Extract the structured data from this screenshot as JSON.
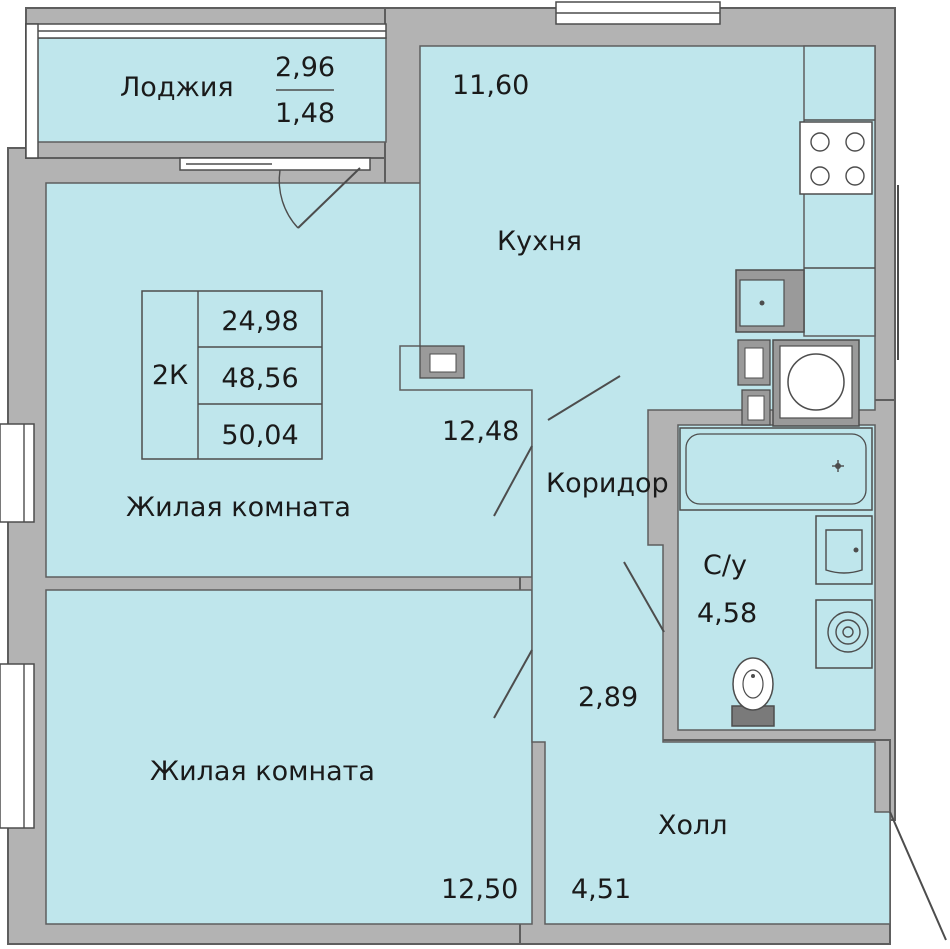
{
  "rooms": {
    "loggia": {
      "label": "Лоджия",
      "area_full": "2,96",
      "area_reduced": "1,48"
    },
    "kitchen": {
      "label": "Кухня",
      "area": "11,60"
    },
    "living_room_1": {
      "label": "Жилая комната",
      "area": "12,48"
    },
    "living_room_2": {
      "label": "Жилая комната",
      "area": "12,50"
    },
    "corridor": {
      "label": "Коридор",
      "area": "2,89"
    },
    "bathroom": {
      "label": "С/у",
      "area": "4,58"
    },
    "hall": {
      "label": "Холл",
      "area": "4,51"
    }
  },
  "summary": {
    "type": "2К",
    "living_area": "24,98",
    "total_area": "48,56",
    "total_with_loggia": "50,04"
  },
  "colors": {
    "room_fill": "#bfe6ec",
    "wall_fill": "#b3b3b3",
    "outline": "#5e5e5e"
  }
}
